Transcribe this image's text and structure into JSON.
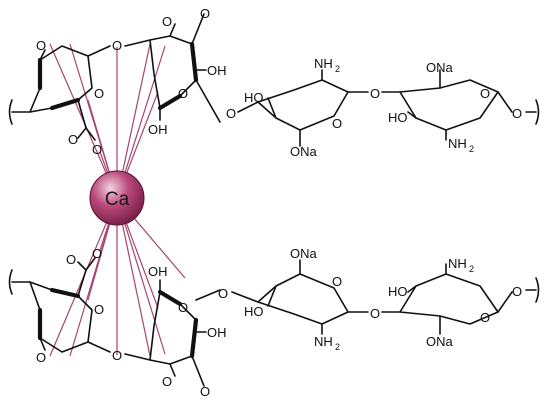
{
  "labels": {
    "calcium": "Ca",
    "oxygen": "O",
    "hydroxyl": "OH",
    "hydroxyl_left": "HO",
    "amine": "NH",
    "amine_sub": "2",
    "carboxylate_na": "ONa",
    "ester_o": "O"
  },
  "colors": {
    "bond": "#111111",
    "coordination": "#a8436f",
    "calcium_sphere": "#9a2f5c"
  }
}
